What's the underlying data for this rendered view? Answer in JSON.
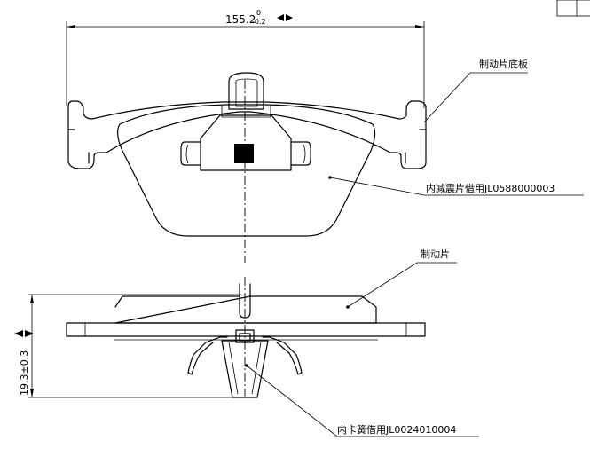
{
  "dimensions": {
    "width_value": "155.2",
    "width_tolerance_upper": "0",
    "width_tolerance_lower": "-0.2",
    "thickness": "19.3±0.3"
  },
  "callouts": {
    "backplate": "制动片底板",
    "shim": "内减震片借用JL0588000003",
    "friction": "制动片",
    "spring": "内卡簧借用JL0024010004"
  }
}
